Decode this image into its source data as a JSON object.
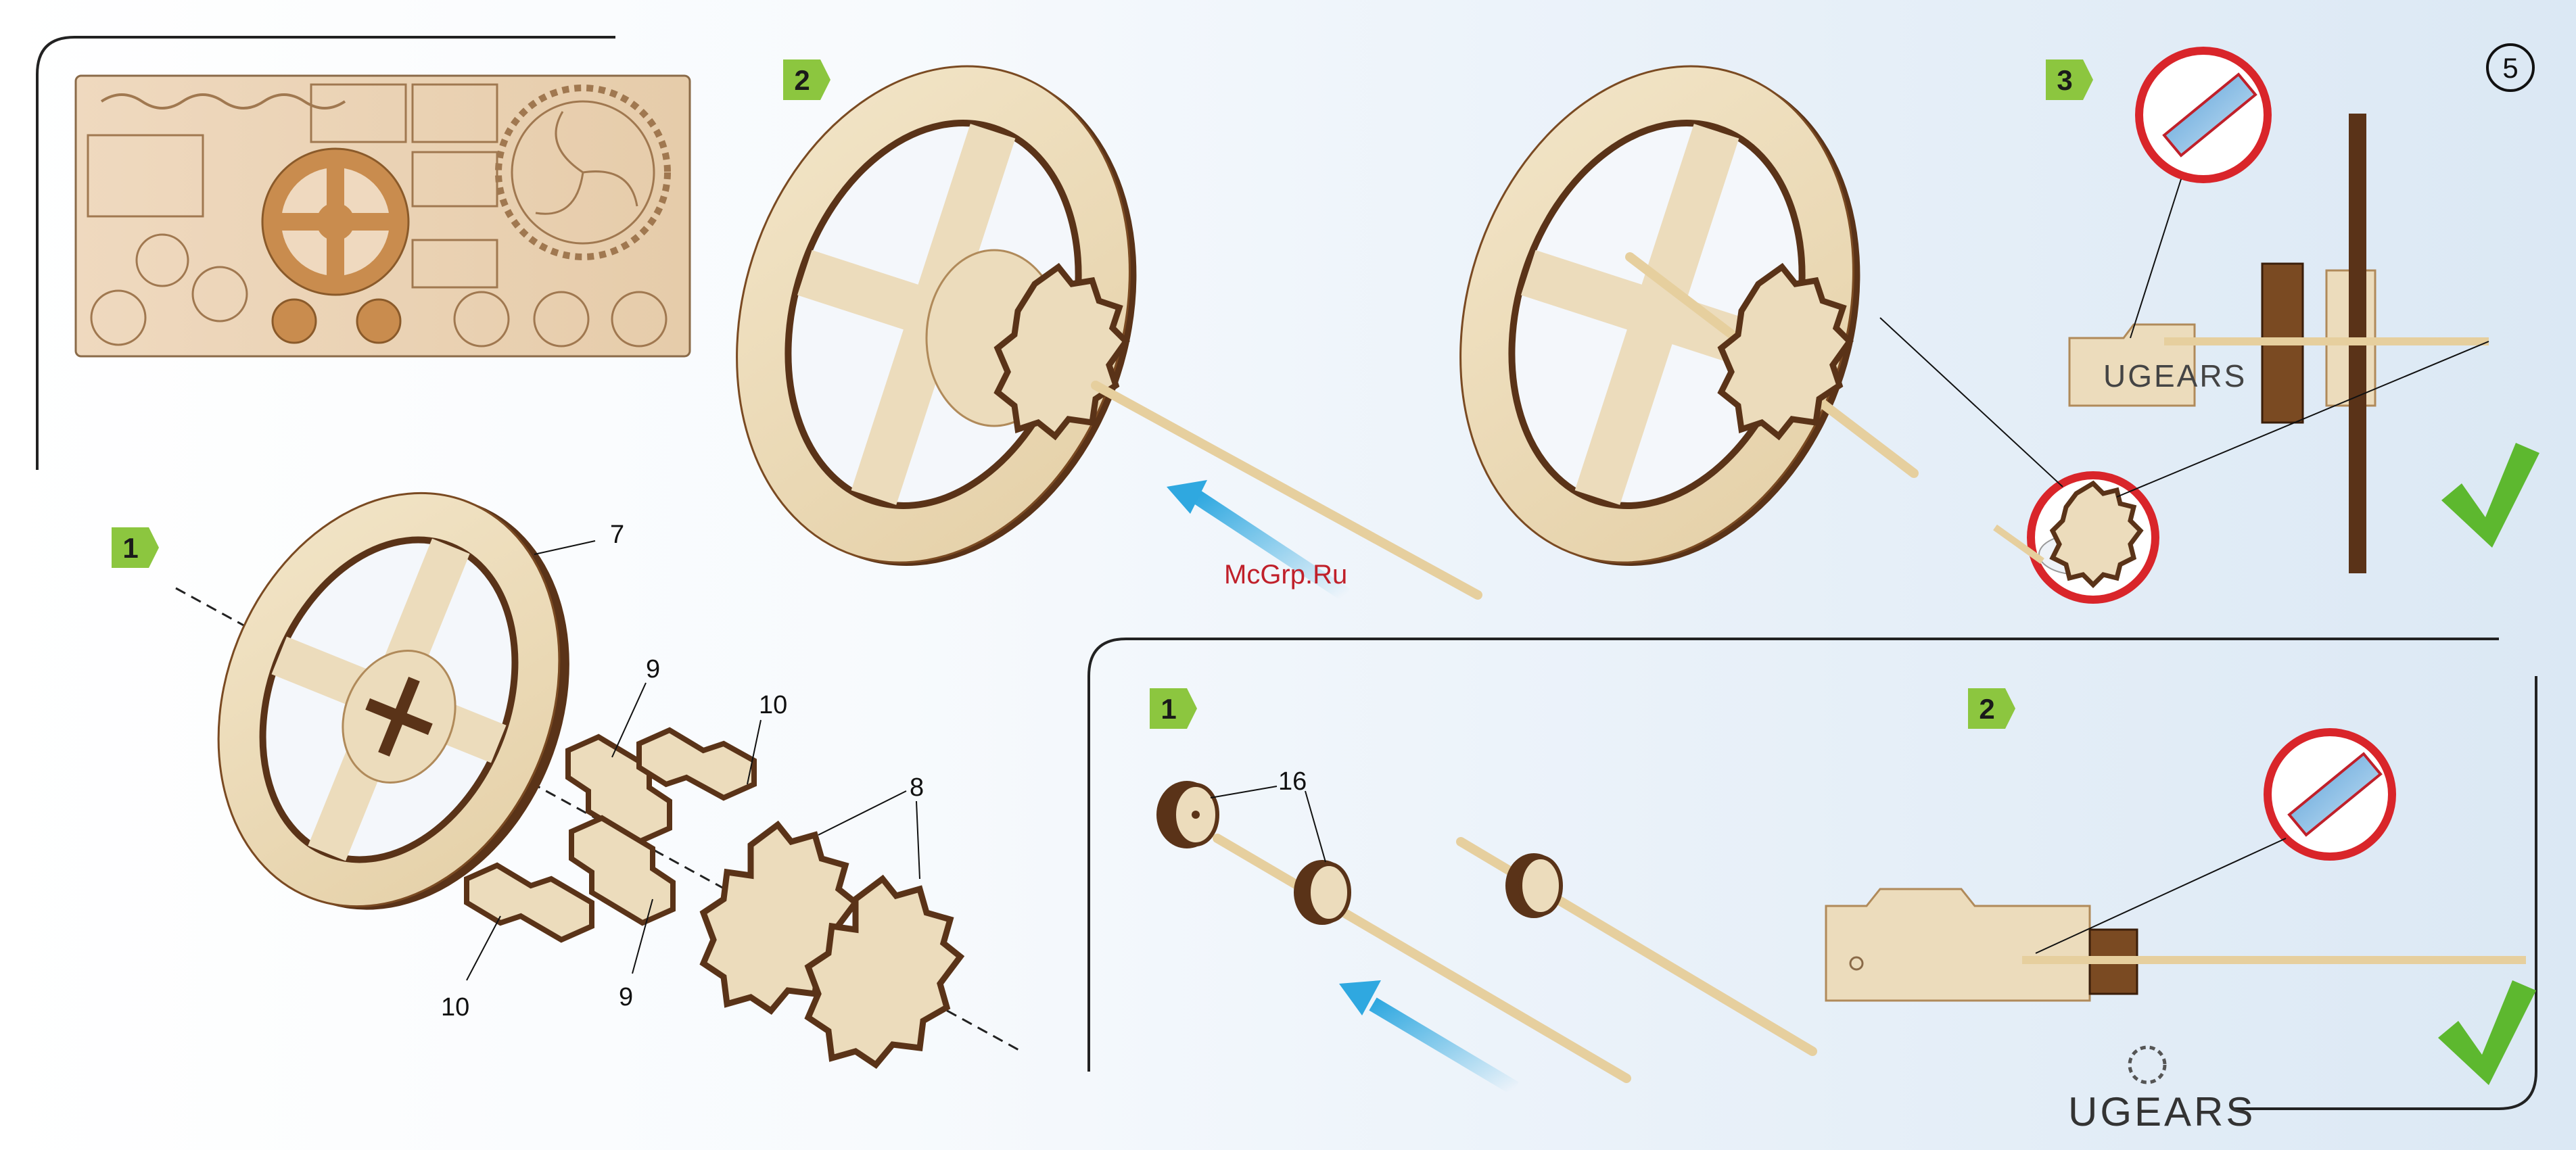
{
  "page_number": "5",
  "watermark": "McGrp.Ru",
  "brand": "UGEARS",
  "steps_top": [
    {
      "label": "1",
      "parts": [
        "7",
        "9",
        "10",
        "8",
        "9",
        "10"
      ]
    },
    {
      "label": "2"
    },
    {
      "label": "3",
      "gauge_brand": "UGEARS"
    }
  ],
  "steps_bottom": [
    {
      "label": "1",
      "part": "16"
    },
    {
      "label": "2"
    }
  ],
  "colors": {
    "wood": "#ecdcbc",
    "wood_edge": "#5a3318",
    "step_badge": "#8cc63f",
    "arrow": "#2fa8e0",
    "check": "#5db82f",
    "circle": "#d9252a"
  }
}
